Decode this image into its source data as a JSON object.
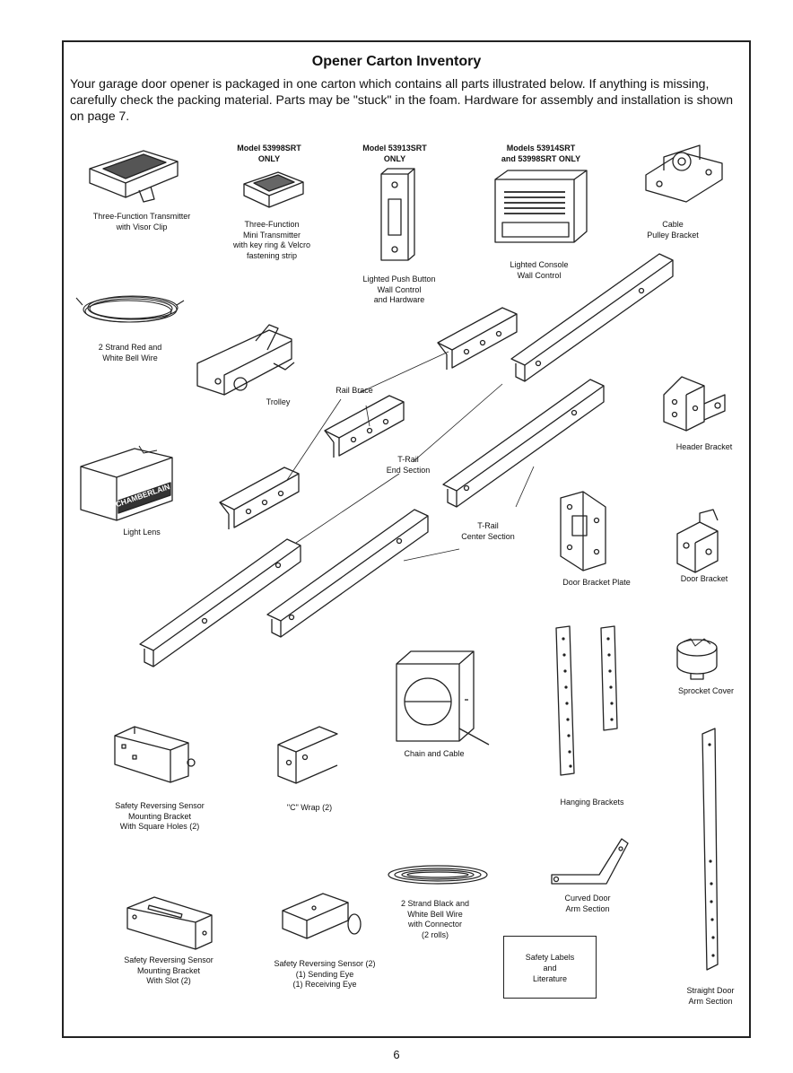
{
  "page": {
    "title": "Opener Carton Inventory",
    "intro": "Your garage door opener is packaged in one carton which contains all parts illustrated below. If anything is missing, carefully check the packing material. Parts may be \"stuck\" in the foam. Hardware for assembly and installation is shown on page 7.",
    "page_number": "6"
  },
  "parts": {
    "transmitter": [
      "Three-Function Transmitter",
      "with Visor Clip"
    ],
    "mini_model": [
      "Model 53998SRT",
      "ONLY"
    ],
    "mini_transmitter": [
      "Three-Function",
      "Mini Transmitter",
      "with key ring & Velcro",
      "fastening strip"
    ],
    "pushbutton_model": [
      "Model 53913SRT",
      "ONLY"
    ],
    "pushbutton": [
      "Lighted Push Button",
      "Wall Control",
      "and Hardware"
    ],
    "console_model": [
      "Models 53914SRT",
      "and 53998SRT ONLY"
    ],
    "console": [
      "Lighted Console",
      "Wall Control"
    ],
    "cable_pulley": [
      "Cable",
      "Pulley Bracket"
    ],
    "bell_wire_red": [
      "2 Strand Red and",
      "White Bell Wire"
    ],
    "trolley": [
      "Trolley"
    ],
    "rail_brace": [
      "Rail Brace"
    ],
    "header_bracket": [
      "Header Bracket"
    ],
    "t_rail_end": [
      "T-Rail",
      "End Section"
    ],
    "light_lens": [
      "Light Lens"
    ],
    "t_rail_center": [
      "T-Rail",
      "Center Section"
    ],
    "door_bracket_plate": [
      "Door Bracket Plate"
    ],
    "door_bracket": [
      "Door Bracket"
    ],
    "sprocket_cover": [
      "Sprocket Cover"
    ],
    "chain_cable": [
      "Chain and Cable"
    ],
    "sensor_bracket_square": [
      "Safety Reversing Sensor",
      "Mounting Bracket",
      "With Square Holes (2)"
    ],
    "c_wrap": [
      "\"C\" Wrap (2)"
    ],
    "hanging_brackets": [
      "Hanging Brackets"
    ],
    "bell_wire_black": [
      "2 Strand Black and",
      "White Bell Wire",
      "with Connector",
      "(2 rolls)"
    ],
    "curved_arm": [
      "Curved Door",
      "Arm Section"
    ],
    "sensor_bracket_slot": [
      "Safety Reversing Sensor",
      "Mounting Bracket",
      "With Slot (2)"
    ],
    "sensor": [
      "Safety Reversing Sensor (2)",
      "(1) Sending Eye",
      "(1) Receiving Eye"
    ],
    "labels_box": [
      "Safety Labels",
      "and",
      "Literature"
    ],
    "straight_arm": [
      "Straight Door",
      "Arm Section"
    ],
    "lens_brand": "CHAMBERLAIN"
  }
}
